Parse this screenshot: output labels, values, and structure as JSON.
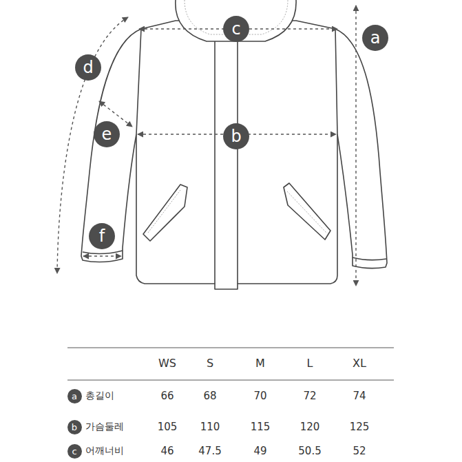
{
  "diagram": {
    "nodes": [
      {
        "text": [
          "c"
        ]
      },
      {
        "text": [
          "a"
        ]
      },
      {
        "text": [
          "d"
        ]
      },
      {
        "text": [
          "e"
        ]
      },
      {
        "text": [
          "b"
        ]
      },
      {
        "text": [
          "f"
        ]
      },
      {
        "text": [
          "a"
        ]
      },
      {
        "text": [
          "b"
        ]
      },
      {
        "text": [
          "c"
        ]
      }
    ],
    "labels": [
      "WS",
      "S",
      "M",
      "L",
      "XL",
      "총길이",
      "66",
      "68",
      "70",
      "72",
      "74",
      "가슴둘레",
      "105",
      "110",
      "115",
      "120",
      "125",
      "어깨너비",
      "46",
      "47.5",
      "49",
      "50.5",
      "52"
    ]
  }
}
